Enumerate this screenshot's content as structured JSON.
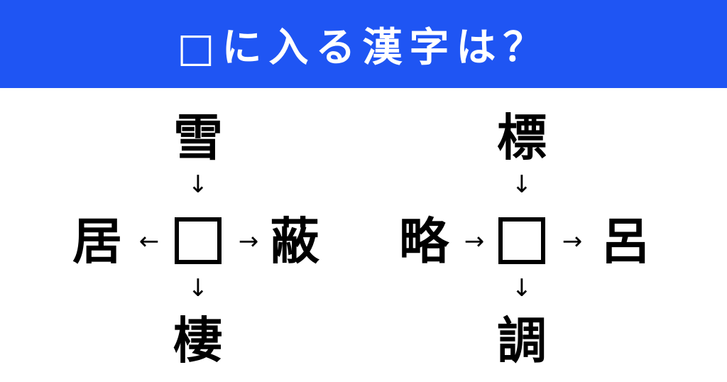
{
  "header": {
    "title": "□に入る漢字は？"
  },
  "puzzles": [
    {
      "top": "雪",
      "left": "居",
      "right": "蔽",
      "bottom": "棲",
      "arrows": {
        "top": "↓",
        "left": "←",
        "right": "→",
        "bottom": "↓"
      }
    },
    {
      "top": "標",
      "left": "略",
      "right": "呂",
      "bottom": "調",
      "arrows": {
        "top": "↓",
        "left": "→",
        "right": "→",
        "bottom": "↓"
      }
    }
  ],
  "colors": {
    "banner": "#1f55f3",
    "banner_text": "#ffffff",
    "text": "#000000"
  }
}
